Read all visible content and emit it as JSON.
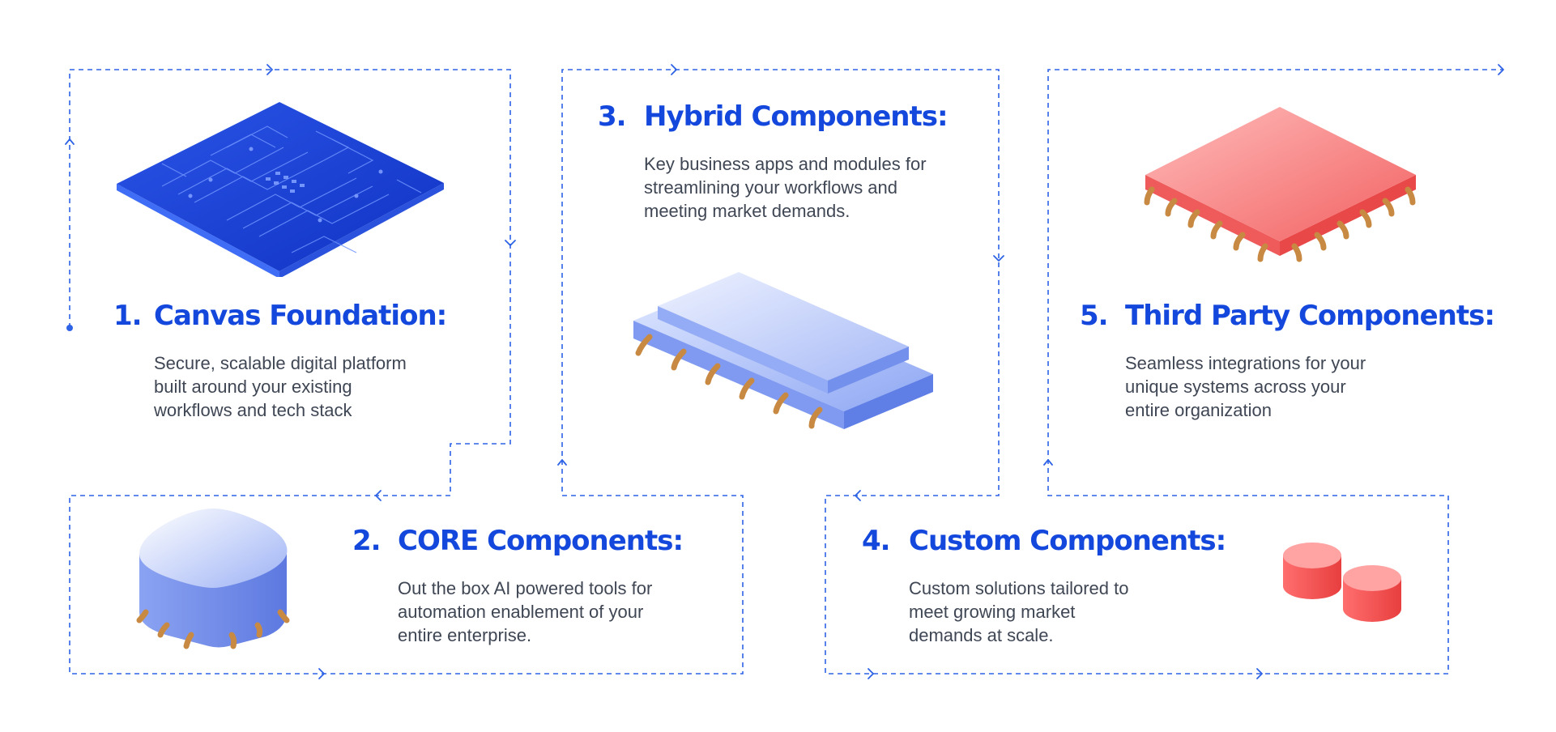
{
  "steps": [
    {
      "number": "1.",
      "title": "Canvas Foundation:",
      "desc_lines": [
        "Secure, scalable digital platform",
        "built around your existing",
        "workflows and tech stack"
      ]
    },
    {
      "number": "2.",
      "title": "CORE Components:",
      "desc_lines": [
        "Out the box AI powered tools for",
        "automation enablement of your",
        "entire enterprise."
      ]
    },
    {
      "number": "3.",
      "title": "Hybrid Components:",
      "desc_lines": [
        "Key business apps and modules for",
        "streamlining your workflows and",
        "meeting market demands."
      ]
    },
    {
      "number": "4.",
      "title": "Custom Components:",
      "desc_lines": [
        "Custom solutions tailored to",
        "meet growing market",
        "demands at scale."
      ]
    },
    {
      "number": "5.",
      "title": "Third Party Components:",
      "desc_lines": [
        "Seamless integrations for your",
        "unique systems across your",
        "entire organization"
      ]
    }
  ],
  "colors": {
    "accent": "#1448dd",
    "flow_line": "#2e63e6",
    "body_text": "#3f4654",
    "red_component": "#f26060",
    "blue_component": "#8aa3f2"
  },
  "icons": [
    "circuit-board-icon",
    "rounded-chip-icon",
    "stacked-slab-chip-icon",
    "twin-cylinders-icon",
    "red-chip-icon"
  ]
}
